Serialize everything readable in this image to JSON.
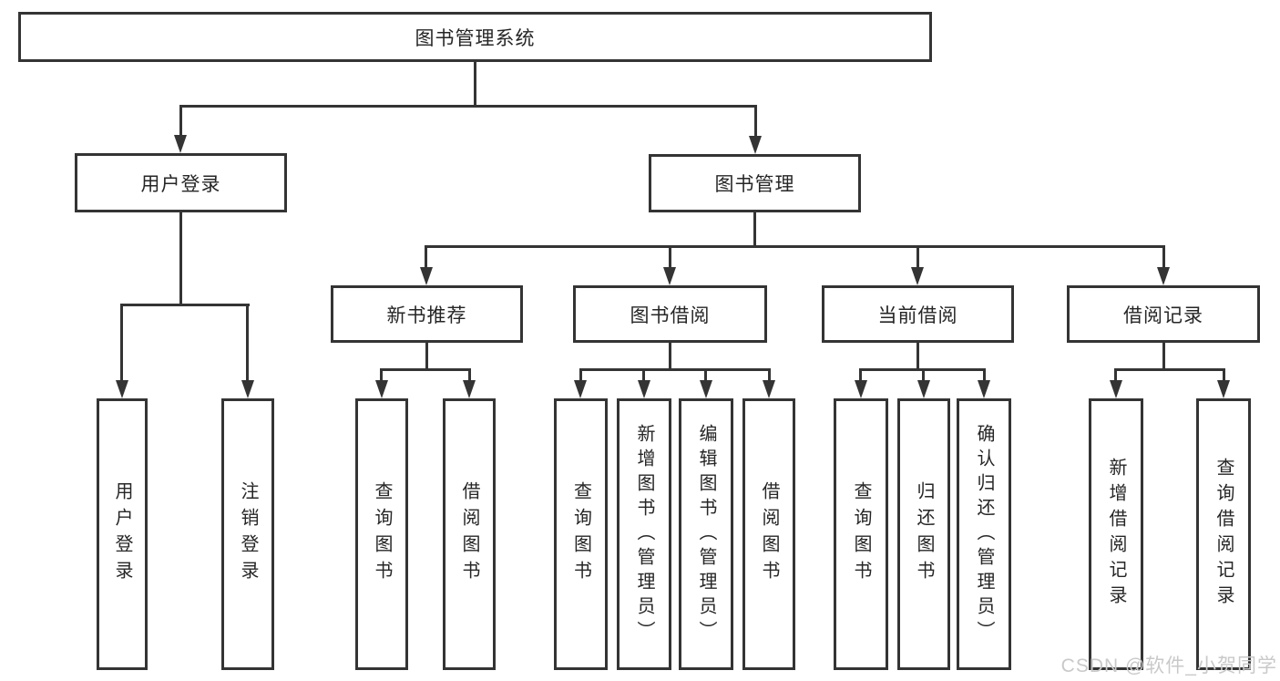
{
  "tree": {
    "label": "图书管理系统",
    "children": [
      {
        "label": "用户登录",
        "children": [
          {
            "label": "用户登录"
          },
          {
            "label": "注销登录"
          }
        ]
      },
      {
        "label": "图书管理",
        "children": [
          {
            "label": "新书推荐",
            "children": [
              {
                "label": "查询图书"
              },
              {
                "label": "借阅图书"
              }
            ]
          },
          {
            "label": "图书借阅",
            "children": [
              {
                "label": "查询图书"
              },
              {
                "label": "新增图书（管理员）"
              },
              {
                "label": "编辑图书（管理员）"
              },
              {
                "label": "借阅图书"
              }
            ]
          },
          {
            "label": "当前借阅",
            "children": [
              {
                "label": "查询图书"
              },
              {
                "label": "归还图书"
              },
              {
                "label": "确认归还（管理员）"
              }
            ]
          },
          {
            "label": "借阅记录",
            "children": [
              {
                "label": "新增借阅记录"
              },
              {
                "label": "查询借阅记录"
              }
            ]
          }
        ]
      }
    ]
  },
  "colors": {
    "line": "#343434",
    "text": "#262626",
    "watermark": "#c9c9c9"
  },
  "watermark": "CSDN @软件_小贺同学"
}
